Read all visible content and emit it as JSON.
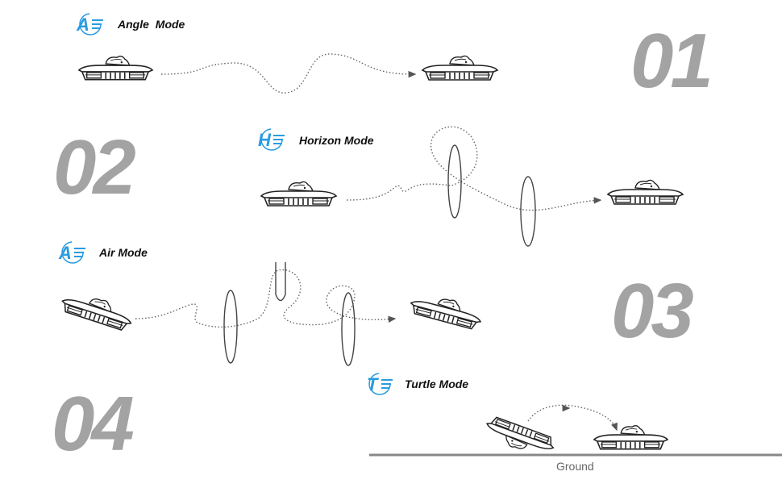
{
  "modes": [
    {
      "number": "01",
      "label": "Angle Mode",
      "icon_letter": "A",
      "icon": "angle-mode-icon"
    },
    {
      "number": "02",
      "label": "Horizon Mode",
      "icon_letter": "H",
      "icon": "horizon-mode-icon"
    },
    {
      "number": "03",
      "label": "Air Mode",
      "icon_letter": "A",
      "icon": "air-mode-icon"
    },
    {
      "number": "04",
      "label": "Turtle Mode",
      "icon_letter": "T",
      "icon": "turtle-mode-icon"
    }
  ],
  "ground_label": "Ground",
  "colors": {
    "accent": "#2a9be0",
    "number_gray": "#a3a3a3",
    "ground": "#888888"
  }
}
